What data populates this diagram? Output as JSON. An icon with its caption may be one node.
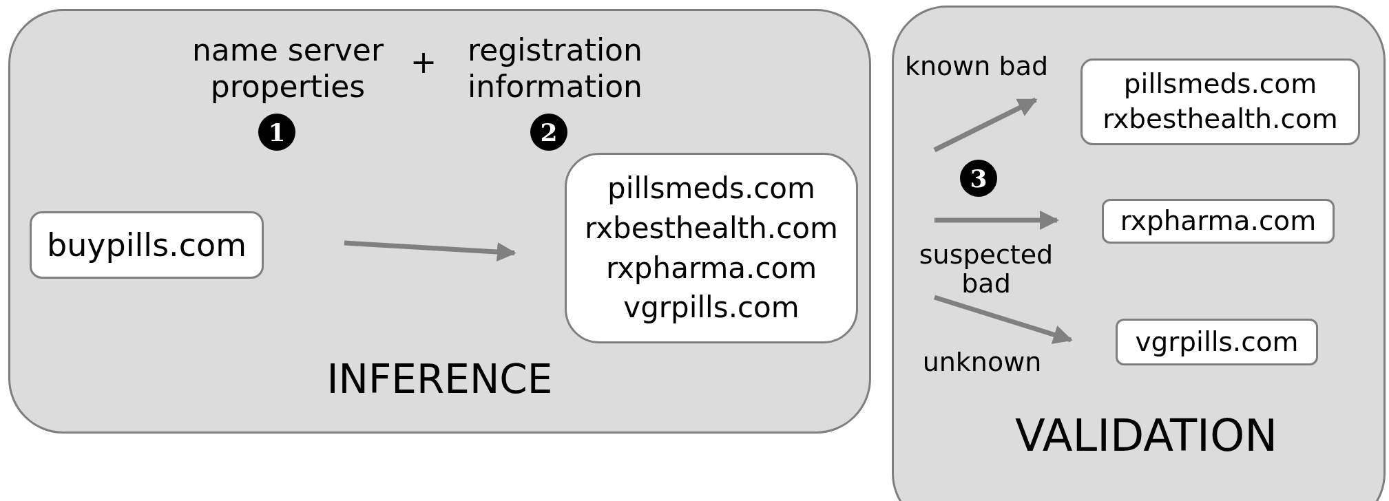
{
  "diagram": {
    "nodes": [
      {
        "text": [
          "INFERENCE"
        ]
      },
      {
        "text": [
          "buypills.com"
        ],
        "in": 0
      },
      {
        "text": [
          "pillsmeds.com rxbesthealth.com rxpharma.com vgrpills.com"
        ],
        "in": 0
      },
      {
        "text": [
          "VALIDATION"
        ]
      },
      {
        "text": [
          "pillsmeds.com rxbesthealth.com"
        ],
        "in": 3
      },
      {
        "text": [
          "rxpharma.com"
        ],
        "in": 3
      },
      {
        "text": [
          "vgrpills.com"
        ],
        "in": 3
      }
    ],
    "edges": [
      {
        "from": 1,
        "to": 2,
        "arrow": "to"
      },
      {
        "from": null,
        "to": 4,
        "arrow": "to",
        "label": "known bad"
      },
      {
        "from": null,
        "to": 5,
        "arrow": "to",
        "label": "suspected bad"
      },
      {
        "from": null,
        "to": 6,
        "arrow": "to",
        "label": "unknown"
      }
    ],
    "labels": [
      "name server properties",
      "+",
      "registration information",
      "1",
      "2",
      "3"
    ]
  }
}
